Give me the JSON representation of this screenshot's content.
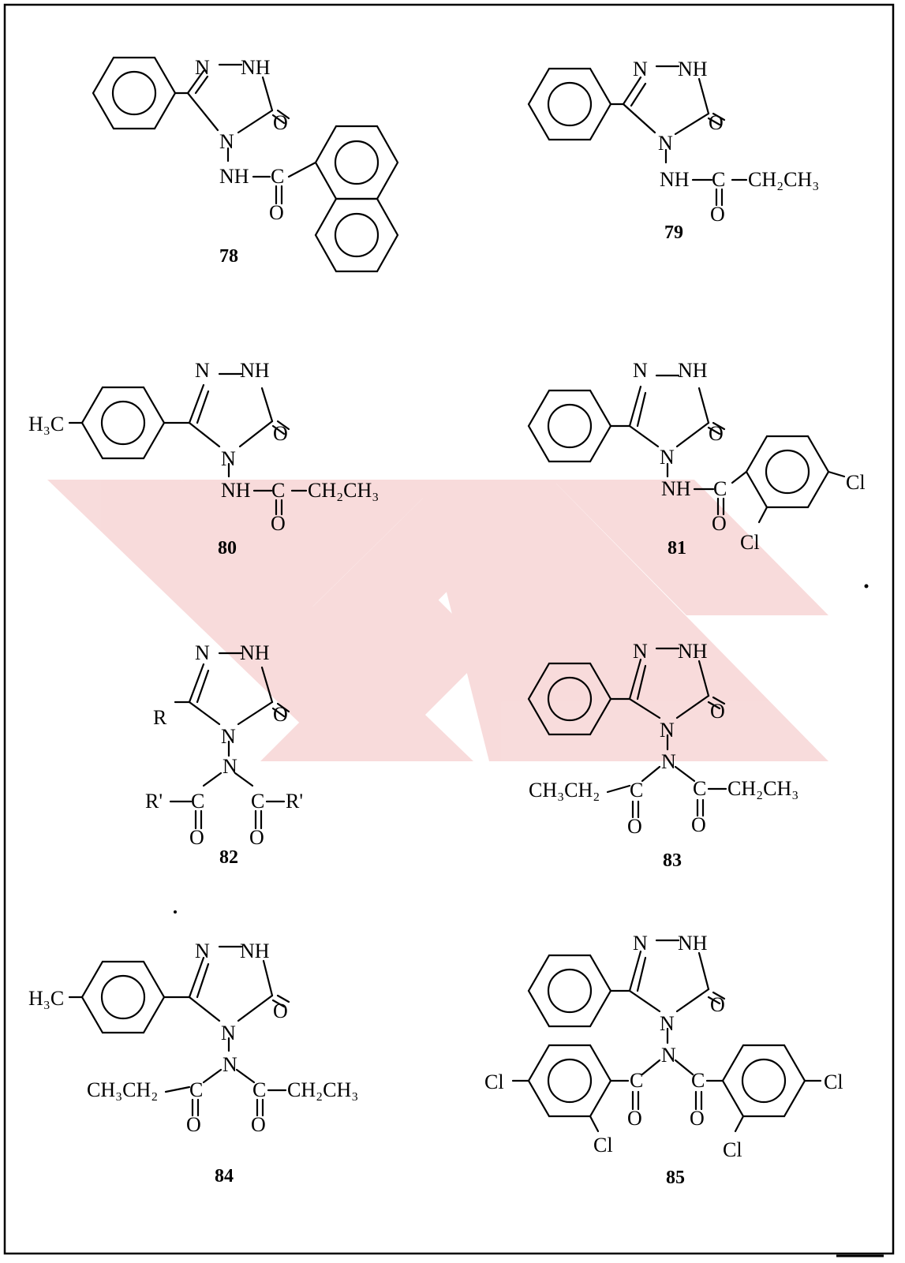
{
  "compounds": [
    {
      "id": "78",
      "labels": {
        "n1": "N",
        "nh": "NH",
        "o": "O",
        "n4": "N",
        "nh2": "NH",
        "c": "C",
        "co": "O"
      }
    },
    {
      "id": "79",
      "labels": {
        "n1": "N",
        "nh": "NH",
        "o": "O",
        "n4": "N",
        "nh2": "NH",
        "c": "C",
        "co": "O",
        "sub": "CH₂CH₃"
      }
    },
    {
      "id": "80",
      "labels": {
        "h3c": "H₃C",
        "n1": "N",
        "nh": "NH",
        "o": "O",
        "n4": "N",
        "nh2": "NH",
        "c": "C",
        "co": "O",
        "sub": "CH₂CH₃"
      }
    },
    {
      "id": "81",
      "labels": {
        "n1": "N",
        "nh": "NH",
        "o": "O",
        "n4": "N",
        "nh2": "NH",
        "c": "C",
        "co": "O",
        "cl1": "Cl",
        "cl2": "Cl"
      }
    },
    {
      "id": "82",
      "labels": {
        "r": "R",
        "n1": "N",
        "nh": "NH",
        "o": "O",
        "n4": "N",
        "n5": "N",
        "rl": "R'",
        "cl": "C",
        "ol": "O",
        "cr": "C",
        "or": "O",
        "rr": "R'"
      }
    },
    {
      "id": "83",
      "labels": {
        "n1": "N",
        "nh": "NH",
        "o": "O",
        "n4": "N",
        "n5": "N",
        "left": "CH₃CH₂",
        "cl": "C",
        "ol": "O",
        "cr": "C",
        "or": "O",
        "right": "CH₂CH₃"
      }
    },
    {
      "id": "84",
      "labels": {
        "h3c": "H₃C",
        "n1": "N",
        "nh": "NH",
        "o": "O",
        "n4": "N",
        "n5": "N",
        "left": "CH₃CH₂",
        "cl": "C",
        "ol": "O",
        "cr": "C",
        "or": "O",
        "right": "CH₂CH₃"
      }
    },
    {
      "id": "85",
      "labels": {
        "n1": "N",
        "nh": "NH",
        "o": "O",
        "n4": "N",
        "n5": "N",
        "cll": "Cl",
        "cll2": "Cl",
        "cl": "C",
        "ol": "O",
        "cr": "C",
        "or": "O",
        "clr": "Cl",
        "clr2": "Cl"
      }
    }
  ],
  "colors": {
    "ink": "#000000",
    "frame": "#000000",
    "watermark": "#f6d0d0"
  }
}
